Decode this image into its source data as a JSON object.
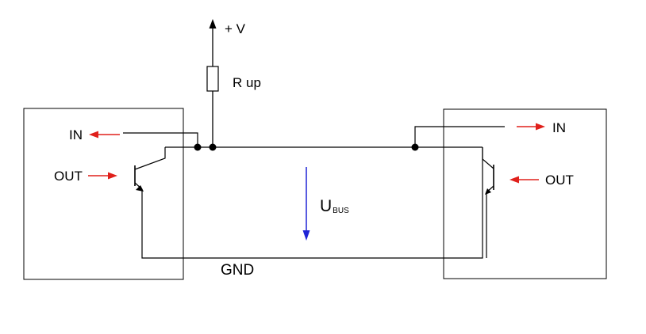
{
  "diagram": {
    "supply_label": "+ V",
    "resistor_label": "R up",
    "left_device": {
      "in_label": "IN",
      "out_label": "OUT"
    },
    "right_device": {
      "in_label": "IN",
      "out_label": "OUT"
    },
    "ground_label": "GND",
    "bus_voltage": {
      "main": "U",
      "subscript": "BUS"
    }
  },
  "colors": {
    "wire": "#000000",
    "signal_arrow": "#e0201b",
    "voltage_arrow": "#1f24d6"
  }
}
